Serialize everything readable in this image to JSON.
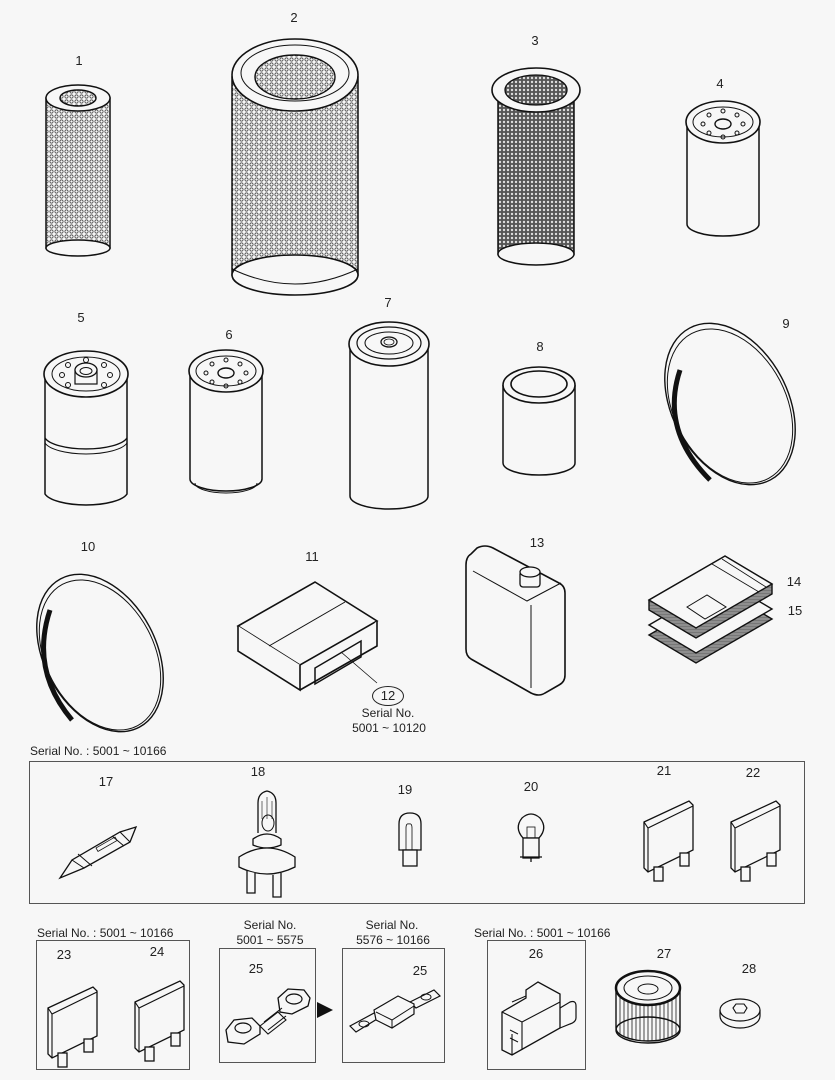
{
  "diagram": {
    "type": "parts-illustration",
    "background": "#f7f7f7",
    "line_color": "#222222"
  },
  "parts": [
    {
      "no": "1",
      "kind": "mesh-cartridge-filter-small"
    },
    {
      "no": "2",
      "kind": "mesh-air-filter-large"
    },
    {
      "no": "3",
      "kind": "mesh-air-filter-inner"
    },
    {
      "no": "4",
      "kind": "spin-on-filter"
    },
    {
      "no": "5",
      "kind": "spin-on-filter-double"
    },
    {
      "no": "6",
      "kind": "spin-on-filter"
    },
    {
      "no": "7",
      "kind": "spin-on-filter-tall"
    },
    {
      "no": "8",
      "kind": "filter-element-sleeve"
    },
    {
      "no": "9",
      "kind": "drive-belt"
    },
    {
      "no": "10",
      "kind": "drive-belt"
    },
    {
      "no": "11",
      "kind": "box"
    },
    {
      "no": "12",
      "kind": "label-plate"
    },
    {
      "no": "13",
      "kind": "canister"
    },
    {
      "no": "14",
      "kind": "manual-book"
    },
    {
      "no": "15",
      "kind": "manual-book"
    },
    {
      "no": "17",
      "kind": "festoon-bulb"
    },
    {
      "no": "18",
      "kind": "halogen-bulb"
    },
    {
      "no": "19",
      "kind": "wedge-bulb"
    },
    {
      "no": "20",
      "kind": "bayonet-bulb"
    },
    {
      "no": "21",
      "kind": "blade-fuse"
    },
    {
      "no": "22",
      "kind": "blade-fuse"
    },
    {
      "no": "23",
      "kind": "blade-fuse"
    },
    {
      "no": "24",
      "kind": "blade-fuse"
    },
    {
      "no": "25",
      "kind": "bolt-on-fuse"
    },
    {
      "no": "25",
      "kind": "bolt-on-fuse-new"
    },
    {
      "no": "26",
      "kind": "fuse-holder"
    },
    {
      "no": "27",
      "kind": "pleated-filter"
    },
    {
      "no": "28",
      "kind": "seal-ring"
    }
  ],
  "notes": {
    "part12_serial_title": "Serial No.",
    "part12_serial_range": "5001 ~ 10120",
    "bulbs_group_serial": "Serial No. : 5001 ~ 10166",
    "fuses_23_24_serial": "Serial No. : 5001 ~ 10166",
    "part25_old_title": "Serial No.",
    "part25_old_range": "5001 ~ 5575",
    "part25_new_title": "Serial No.",
    "part25_new_range": "5576 ~ 10166",
    "part26_serial": "Serial No. : 5001 ~ 10166"
  }
}
